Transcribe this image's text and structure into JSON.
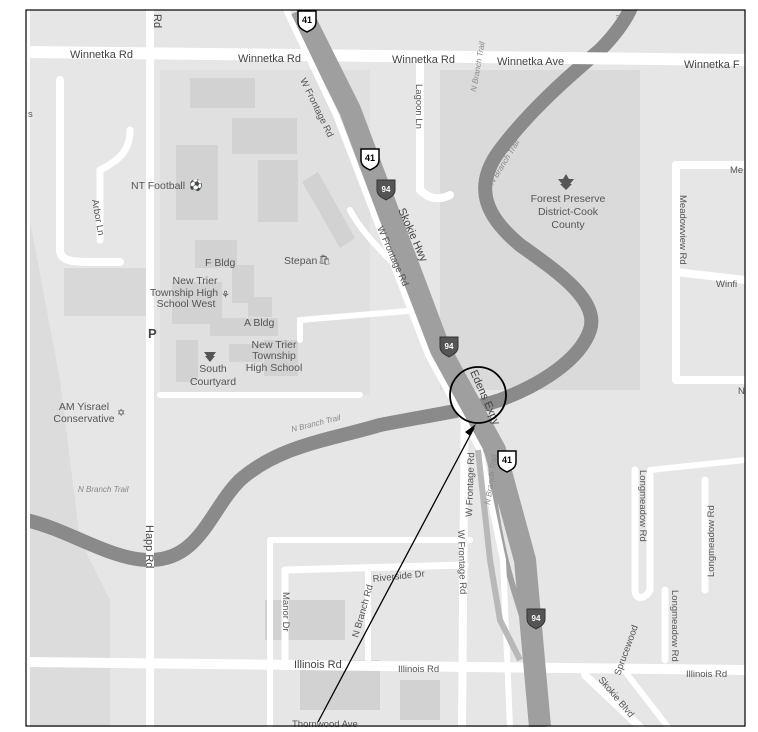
{
  "map": {
    "roads": {
      "winnetka_rd_1": "Winnetka Rd",
      "winnetka_rd_2": "Winnetka Rd",
      "winnetka_rd_3": "Winnetka Rd",
      "winnetka_ave": "Winnetka Ave",
      "winnetka_f": "Winnetka F",
      "rd_top": "Rd",
      "w_frontage_top": "W Frontage Rd",
      "lagoon_ln": "Lagoon Ln",
      "arbor_ln": "Arbor Ln",
      "skokie_hwy": "Skokie Hwy",
      "w_frontage_mid": "W Frontage Rd",
      "edens_expy": "Edens Expy",
      "w_frontage_lower1": "W Frontage Rd",
      "w_frontage_lower2": "W Frontage Rd",
      "happ_rd": "Happ Rd",
      "riverside_dr": "Riverside Dr",
      "manor_dr": "Manor Dr",
      "n_branch_rd": "N Branch Rd",
      "illinois_rd_1": "Illinois Rd",
      "illinois_rd_2": "Illinois Rd",
      "illinois_rd_3": "Illinois Rd",
      "thornwood_ave": "Thornwood Ave",
      "skokie_blvd": "Skokie Blvd",
      "sprucewood": "Sprucewood",
      "meadowview_rd": "Meadowview Rd",
      "winfi": "Winfi",
      "me": "Me",
      "longmeadow_rd_1": "Longmeadow Rd",
      "longmeadow_rd_2": "Longmeadow Rd",
      "longmeadow_rd_3": "Longmeadow Rd",
      "n_right": "N",
      "s_left": "s",
      "p_left": "P"
    },
    "trails": {
      "n_branch_trail_1": "N Branch Trail",
      "n_branch_trail_2": "N Branch Trail",
      "n_branch_trail_3": "N Branch Trail",
      "n_branch_trail_4": "N Branch Trail",
      "n_branch_trail_5": "N Branch Trail",
      "trail_top": "Trail"
    },
    "pois": {
      "nt_football": "NT Football",
      "forest_preserve_1": "Forest Preserve",
      "forest_preserve_2": "District-Cook",
      "forest_preserve_3": "County",
      "f_bldg": "F Bldg",
      "stepan": "Stepan",
      "ntw_1": "New Trier",
      "ntw_2": "Township High",
      "ntw_3": "School West",
      "a_bldg": "A Bldg",
      "nt_1": "New Trier",
      "nt_2": "Township",
      "nt_3": "High School",
      "south_courtyard_1": "South",
      "south_courtyard_2": "Courtyard",
      "am_yisrael_1": "AM Yisrael",
      "am_yisrael_2": "Conservative"
    },
    "shields": {
      "us41_a": "41",
      "us41_b": "41",
      "us41_c": "41",
      "i94_a": "94",
      "i94_b": "94",
      "i94_c": "94"
    },
    "colors": {
      "land": "#e6e6e6",
      "road": "#ffffff",
      "highway": "#9f9f9f",
      "river": "#8a8a8a",
      "building": "#d2d2d2",
      "park": "#dadada",
      "marker": "#000000"
    }
  }
}
